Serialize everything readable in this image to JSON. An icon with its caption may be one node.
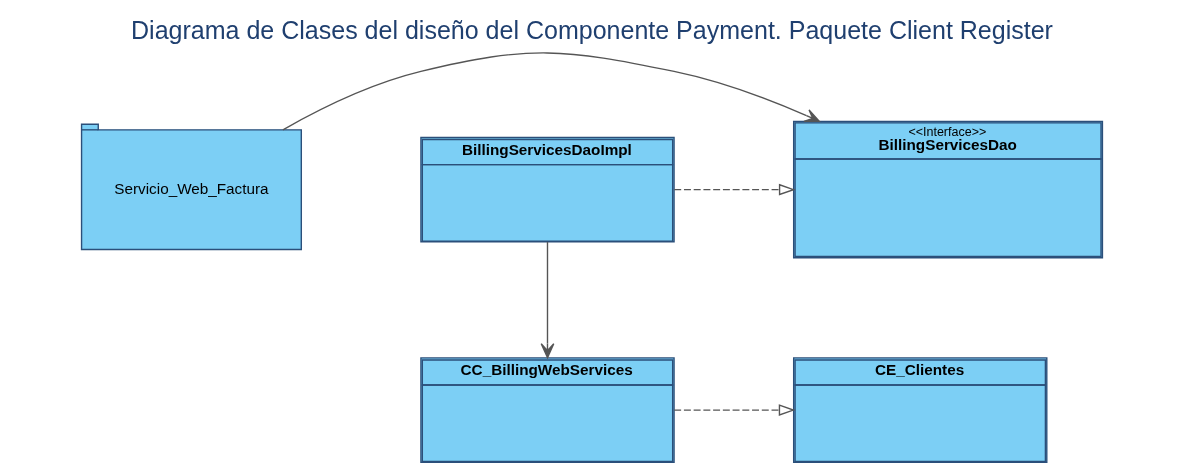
{
  "diagram": {
    "title": "Diagrama de Clases del diseño del Componente Payment. Paquete Client Register",
    "nodes": [
      {
        "text": [
          "Servicio_Web_Factura"
        ]
      },
      {
        "text": [
          "<<Interface>>",
          "BillingServicesDao"
        ]
      },
      {
        "text": [
          "BillingServicesDaoImpl"
        ]
      },
      {
        "text": [
          "CE_Clientes"
        ]
      },
      {
        "text": [
          "CC_BillingWebServices"
        ]
      }
    ],
    "edges": [
      {
        "from": 0,
        "to": 1,
        "arrow": "to"
      },
      {
        "from": 2,
        "to": 1,
        "arrow": "to",
        "style": "dashed"
      },
      {
        "from": 2,
        "to": 4,
        "arrow": "to"
      },
      {
        "from": 4,
        "to": 3,
        "arrow": "to",
        "style": "dashed"
      }
    ]
  }
}
